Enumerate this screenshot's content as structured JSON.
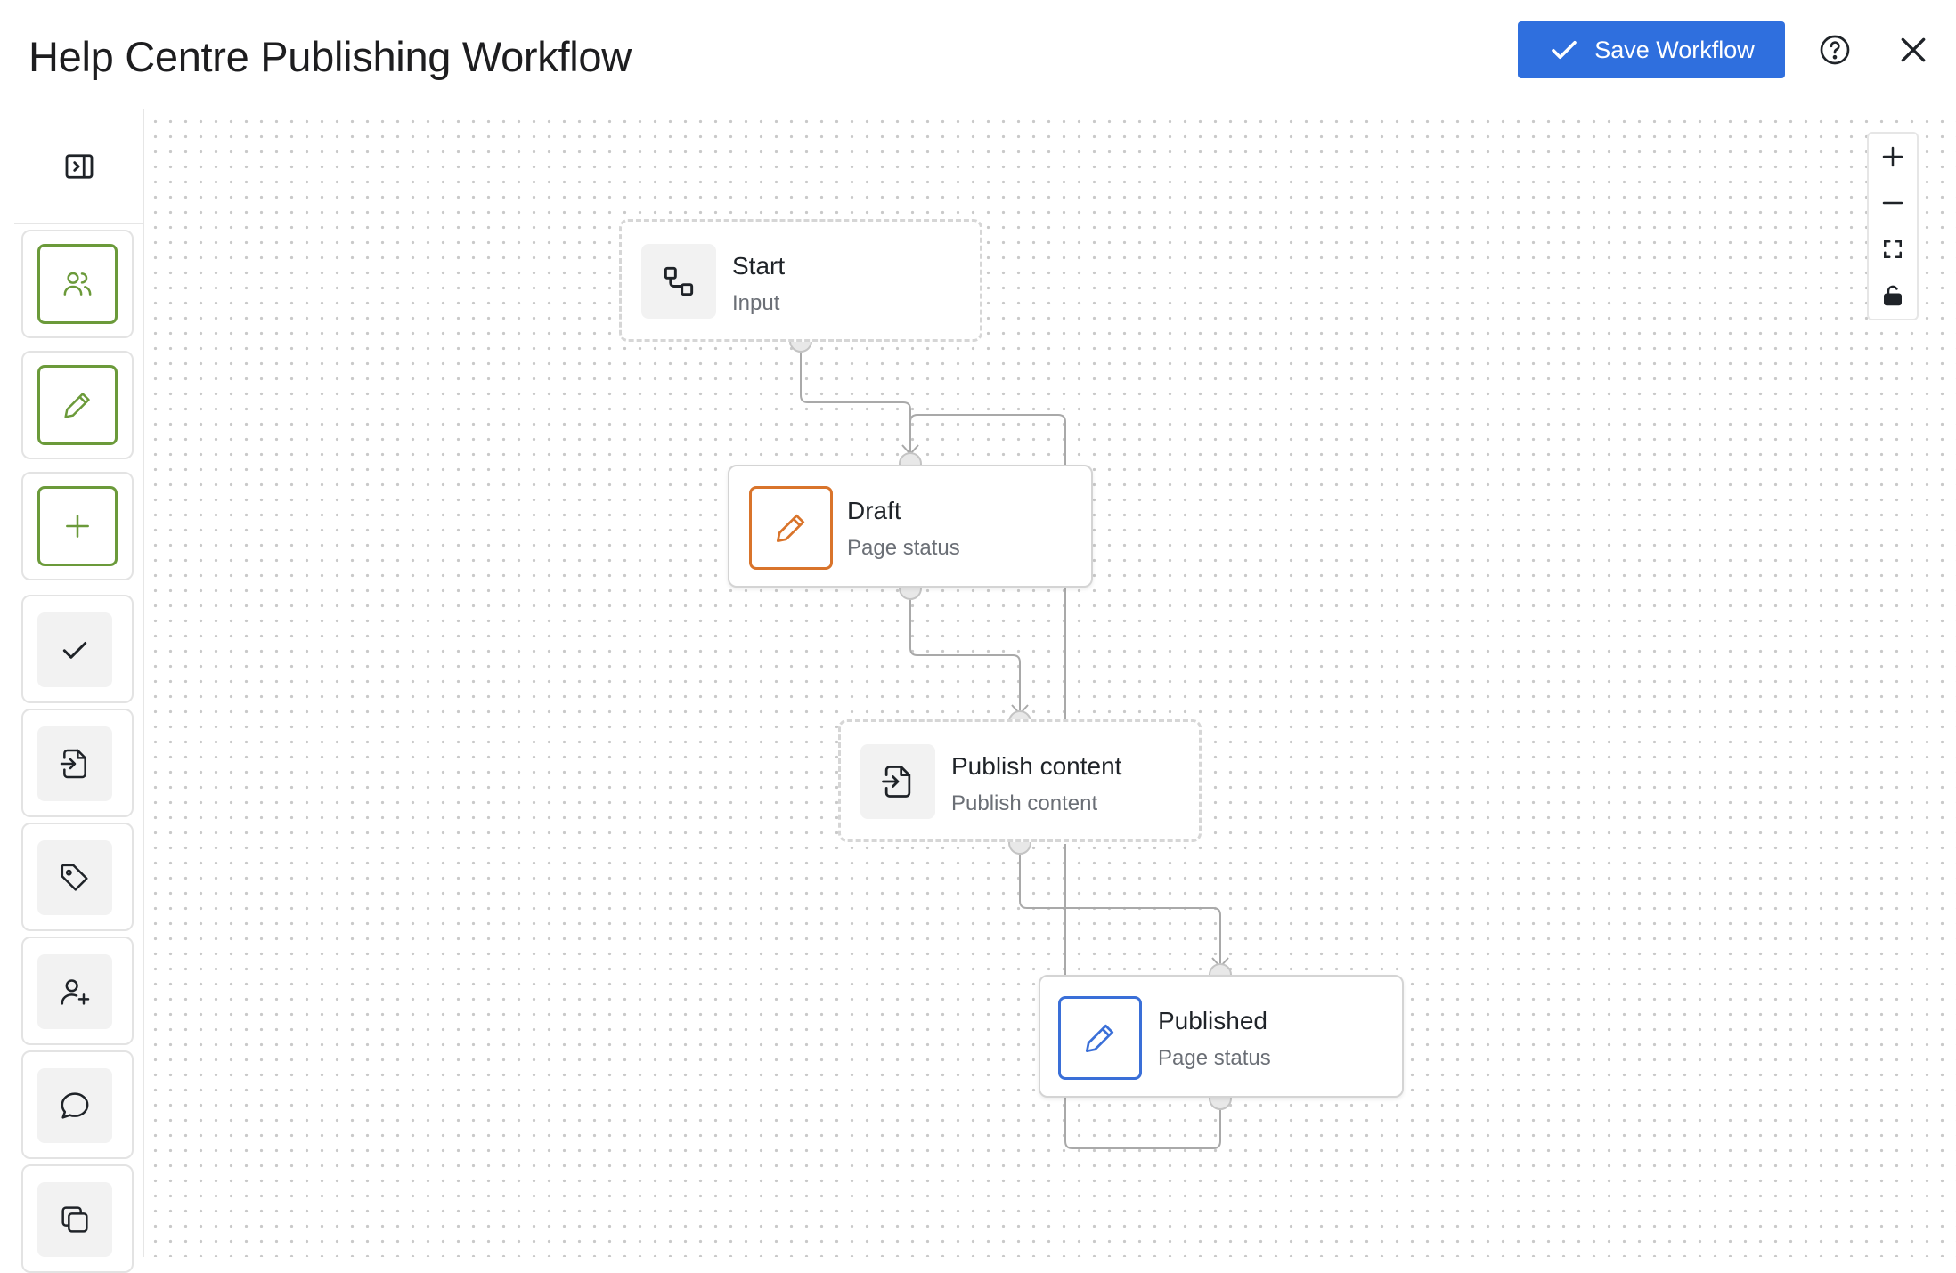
{
  "header": {
    "title": "Help Centre Publishing Workflow",
    "save_label": "Save Workflow",
    "save_icon": "check-icon",
    "help_icon": "help-circle-icon",
    "close_icon": "close-icon"
  },
  "sidebar": {
    "collapse_icon": "panel-collapse-icon",
    "tiles": [
      {
        "icon": "users-icon",
        "style": "green"
      },
      {
        "icon": "pencil-icon",
        "style": "green"
      },
      {
        "icon": "plus-icon",
        "style": "green"
      },
      {
        "icon": "check-icon",
        "style": "grey"
      },
      {
        "icon": "file-import-icon",
        "style": "grey"
      },
      {
        "icon": "tag-icon",
        "style": "grey"
      },
      {
        "icon": "user-plus-icon",
        "style": "grey"
      },
      {
        "icon": "message-icon",
        "style": "grey"
      },
      {
        "icon": "copy-icon",
        "style": "grey"
      }
    ]
  },
  "nodes": {
    "start": {
      "title": "Start",
      "subtitle": "Input",
      "icon": "flow-nodes-icon"
    },
    "draft": {
      "title": "Draft",
      "subtitle": "Page status",
      "icon": "pencil-icon",
      "accent": "#d9742b"
    },
    "publish": {
      "title": "Publish content",
      "subtitle": "Publish content",
      "icon": "file-import-icon"
    },
    "published": {
      "title": "Published",
      "subtitle": "Page status",
      "icon": "pencil-icon",
      "accent": "#3a6fd8"
    }
  },
  "zoom_controls": [
    "zoom-in-icon",
    "zoom-out-icon",
    "fit-view-icon",
    "lock-icon"
  ],
  "colors": {
    "primary": "#2f6fde",
    "green": "#6b9a3a",
    "orange": "#d9742b",
    "blue": "#3a6fd8"
  }
}
